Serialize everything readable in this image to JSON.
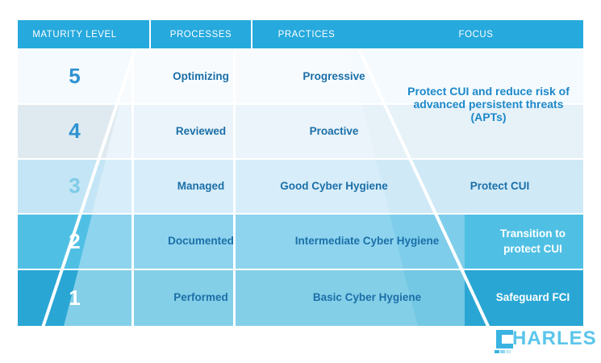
{
  "title": "CMMC Maturity Level Model",
  "colors": {
    "header_blue": "#26a9dd",
    "row5_bg": "#f4fafe",
    "row4_bg": "#e6f1f8",
    "row3_bg": "#cfe9f7",
    "row2_bg": "#7ecdeb",
    "row1_bg": "#73c8e3",
    "pyramid_5": "#f7fbfe",
    "pyramid_4": "#eaf4fa",
    "pyramid_3": "#d7edf9",
    "pyramid_2": "#8ed4ef",
    "pyramid_1": "#84cfe8",
    "level_col_5": "#f4fafe",
    "level_col_4": "#dfeaf0",
    "level_col_3": "#c3e5f5",
    "level_col_2": "#4fc0e4",
    "level_col_1": "#29a6d4",
    "focus_2": "#4fc0e4",
    "focus_1": "#29a6d4",
    "text_navy": "#1b6fa8",
    "text_blue": "#2f92d1",
    "text_light": "#7fcbe8",
    "white": "#ffffff",
    "logo_blue": "#5bc5ea"
  },
  "header": {
    "columns": [
      {
        "key": "maturity",
        "label": "MATURITY LEVEL"
      },
      {
        "key": "processes",
        "label": "PROCESSES"
      },
      {
        "key": "practices",
        "label": "PRACTICES"
      },
      {
        "key": "focus",
        "label": "FOCUS"
      }
    ]
  },
  "rows": [
    {
      "level": "5",
      "process": "Optimizing",
      "practice": "Progressive",
      "focus": "Protect CUI and reduce risk of advanced persistent threats (APTs)",
      "focus_spans_rows": 2
    },
    {
      "level": "4",
      "process": "Reviewed",
      "practice": "Proactive",
      "focus": ""
    },
    {
      "level": "3",
      "process": "Managed",
      "practice": "Good Cyber Hygiene",
      "focus": "Protect CUI"
    },
    {
      "level": "2",
      "process": "Documented",
      "practice": "Intermediate Cyber Hygiene",
      "focus": "Transition to protect CUI"
    },
    {
      "level": "1",
      "process": "Performed",
      "practice": "Basic Cyber Hygiene",
      "focus": "Safeguard FCI"
    }
  ],
  "logo": {
    "text": "HARLES",
    "mark": "C-monitor-icon",
    "full_name": "CHARLES"
  },
  "chart_data": {
    "type": "table",
    "title": "CMMC Maturity Levels",
    "columns": [
      "MATURITY LEVEL",
      "PROCESSES",
      "PRACTICES",
      "FOCUS"
    ],
    "rows": [
      [
        "5",
        "Optimizing",
        "Progressive",
        "Protect CUI and reduce risk of advanced persistent threats (APTs)"
      ],
      [
        "4",
        "Reviewed",
        "Proactive",
        "Protect CUI and reduce risk of advanced persistent threats (APTs)"
      ],
      [
        "3",
        "Managed",
        "Good Cyber Hygiene",
        "Protect CUI"
      ],
      [
        "2",
        "Documented",
        "Intermediate Cyber Hygiene",
        "Transition to protect CUI"
      ],
      [
        "1",
        "Performed",
        "Basic Cyber Hygiene",
        "Safeguard FCI"
      ]
    ]
  }
}
